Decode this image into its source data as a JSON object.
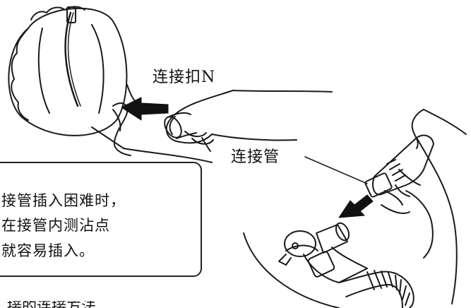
{
  "labels": {
    "connector_n": "连接扣N",
    "connector_tube": "连接管"
  },
  "note": {
    "lines": [
      "接管插入困难时，",
      "在接管内测沾点",
      "就容易插入。"
    ]
  },
  "footer": {
    "partial_text": "接的连接方法"
  },
  "icons": {
    "arrow_left": "arrow-left-icon",
    "arrow_down_left": "arrow-down-left-icon"
  }
}
